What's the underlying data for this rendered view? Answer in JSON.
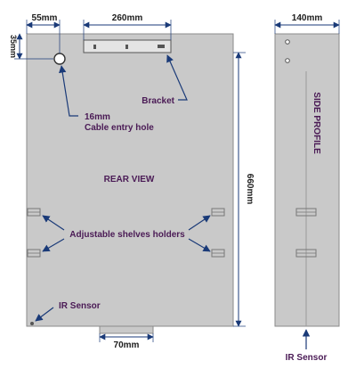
{
  "colors": {
    "panel_fill": "#c9c9c9",
    "panel_stroke": "#8a8a8a",
    "dim_line": "#1a3a78",
    "label_text": "#4a1a55",
    "dim_text": "#1c1c1c",
    "arrow": "#1a3a78"
  },
  "dimensions": {
    "bracket_offset": "55mm",
    "bracket_width": "260mm",
    "hole_drop": "35mm",
    "height": "660mm",
    "depth": "140mm",
    "sensor_width": "70mm"
  },
  "labels": {
    "hole_size": "16mm",
    "hole_name": "Cable entry hole",
    "bracket": "Bracket",
    "rear_view": "REAR VIEW",
    "shelves": "Adjustable shelves holders",
    "ir_sensor_rear": "IR Sensor",
    "side_profile": "SIDE PROFILE",
    "ir_sensor_side": "IR Sensor"
  }
}
